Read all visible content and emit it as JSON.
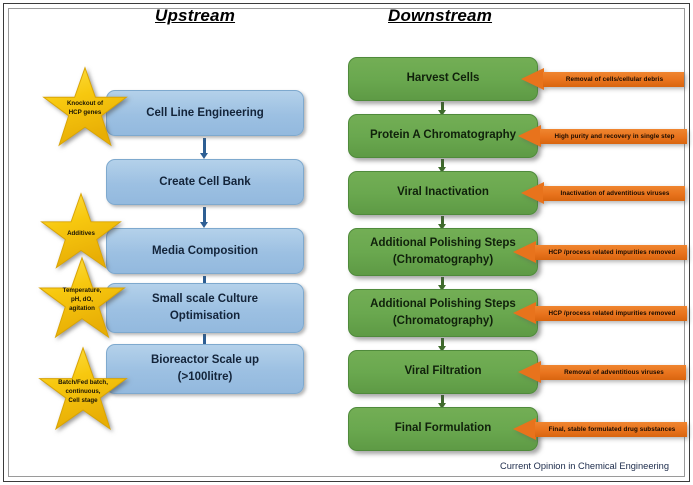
{
  "figure": {
    "credit": "Current Opinion in Chemical Engineering"
  },
  "colors": {
    "upstream_box": "#9cc0e2",
    "downstream_box": "#6aa84f",
    "callout_star": "#f2c10d",
    "annotation_arrow": "#e8731c",
    "upstream_connector": "#2e5f94",
    "downstream_connector": "#3f6b2c",
    "title_text": "#000000",
    "credit_text": "#1b2a4a"
  },
  "upstream": {
    "title": "Upstream",
    "steps": [
      {
        "line1": "Cell Line Engineering",
        "line2": ""
      },
      {
        "line1": "Create Cell Bank",
        "line2": ""
      },
      {
        "line1": "Media Composition",
        "line2": ""
      },
      {
        "line1": "Small scale Culture",
        "line2": "Optimisation"
      },
      {
        "line1": "Bioreactor Scale up",
        "line2": "(>100litre)"
      }
    ],
    "callouts": [
      {
        "text": "Knockout of\nHCP genes",
        "attached_to": "Cell Line Engineering"
      },
      {
        "text": "Additives",
        "attached_to": "Media Composition"
      },
      {
        "text": "Temperature,\npH, dO,\nagitation",
        "attached_to": "Small scale Culture Optimisation"
      },
      {
        "text": "Batch/Fed batch,\ncontinuous,\nCell stage",
        "attached_to": "Bioreactor Scale up"
      }
    ]
  },
  "downstream": {
    "title": "Downstream",
    "steps": [
      {
        "line1": "Harvest Cells",
        "line2": ""
      },
      {
        "line1": "Protein A Chromatography",
        "line2": ""
      },
      {
        "line1": "Viral Inactivation",
        "line2": ""
      },
      {
        "line1": "Additional Polishing Steps",
        "line2": "(Chromatography)"
      },
      {
        "line1": "Additional Polishing Steps",
        "line2": "(Chromatography)"
      },
      {
        "line1": "Viral Filtration",
        "line2": ""
      },
      {
        "line1": "Final Formulation",
        "line2": ""
      }
    ],
    "annotations": [
      {
        "text": "Removal of cells/cellular debris",
        "attached_to": "Harvest Cells"
      },
      {
        "text": "High purity and recovery in single step",
        "attached_to": "Protein A Chromatography"
      },
      {
        "text": "Inactivation of adventitious viruses",
        "attached_to": "Viral Inactivation"
      },
      {
        "text": "HCP /process related impurities removed",
        "attached_to": "Additional Polishing Steps (Chromatography)"
      },
      {
        "text": "HCP /process related impurities removed",
        "attached_to": "Additional Polishing Steps (Chromatography)"
      },
      {
        "text": "Removal of adventitious viruses",
        "attached_to": "Viral Filtration"
      },
      {
        "text": "Final, stable formulated drug substances",
        "attached_to": "Final Formulation"
      }
    ]
  }
}
